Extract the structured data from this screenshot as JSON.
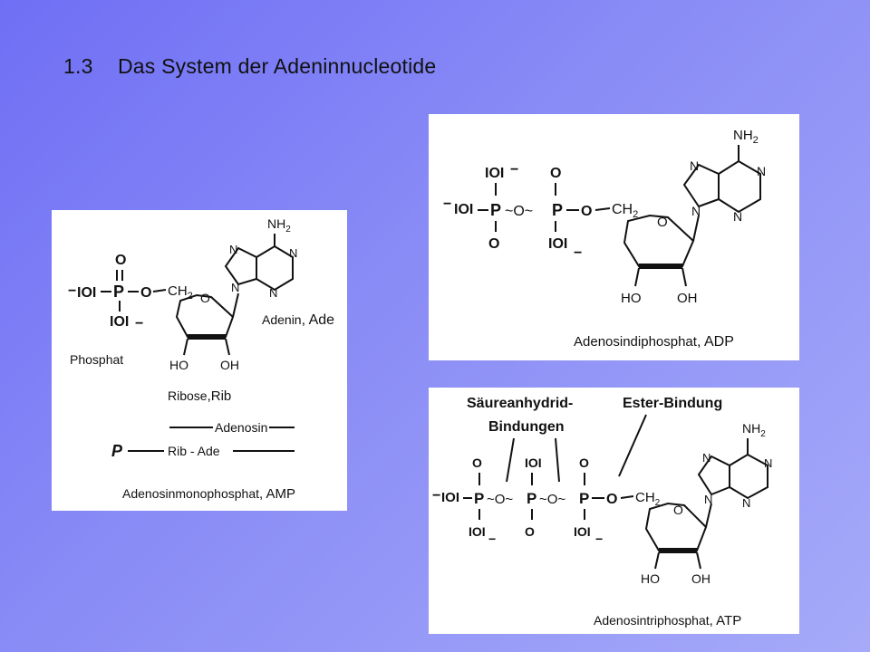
{
  "title": {
    "number": "1.3",
    "text": "Das System der Adeninnucleotide"
  },
  "amp": {
    "phosphate_label": "Phosphat",
    "adenine_label": "Adenin",
    "adenine_abbr": ", Ade",
    "ribose_label": "Ribose",
    "ribose_abbr": ",Rib",
    "adenosin_label": "Adenosin",
    "formula_p": "P",
    "formula_text": "Rib - Ade",
    "caption": "Adenosinmonophosphat",
    "caption_abbr": ", AMP",
    "atoms": {
      "p": "P",
      "o": "O",
      "oh_minus": "IOI",
      "o_top": "O",
      "ch2": "CH",
      "sub2": "2",
      "n": "N",
      "nh": "NH",
      "ho": "HO",
      "oh": "OH",
      "minus": "−"
    }
  },
  "adp": {
    "caption": "Adenosindiphosphat",
    "caption_abbr": ", ADP"
  },
  "atp": {
    "label_anhydride_1": "Säureanhydrid-",
    "label_anhydride_2": "Bindungen",
    "label_ester": "Ester-Bindung",
    "caption": "Adenosintriphosphat",
    "caption_abbr": ", ATP"
  }
}
